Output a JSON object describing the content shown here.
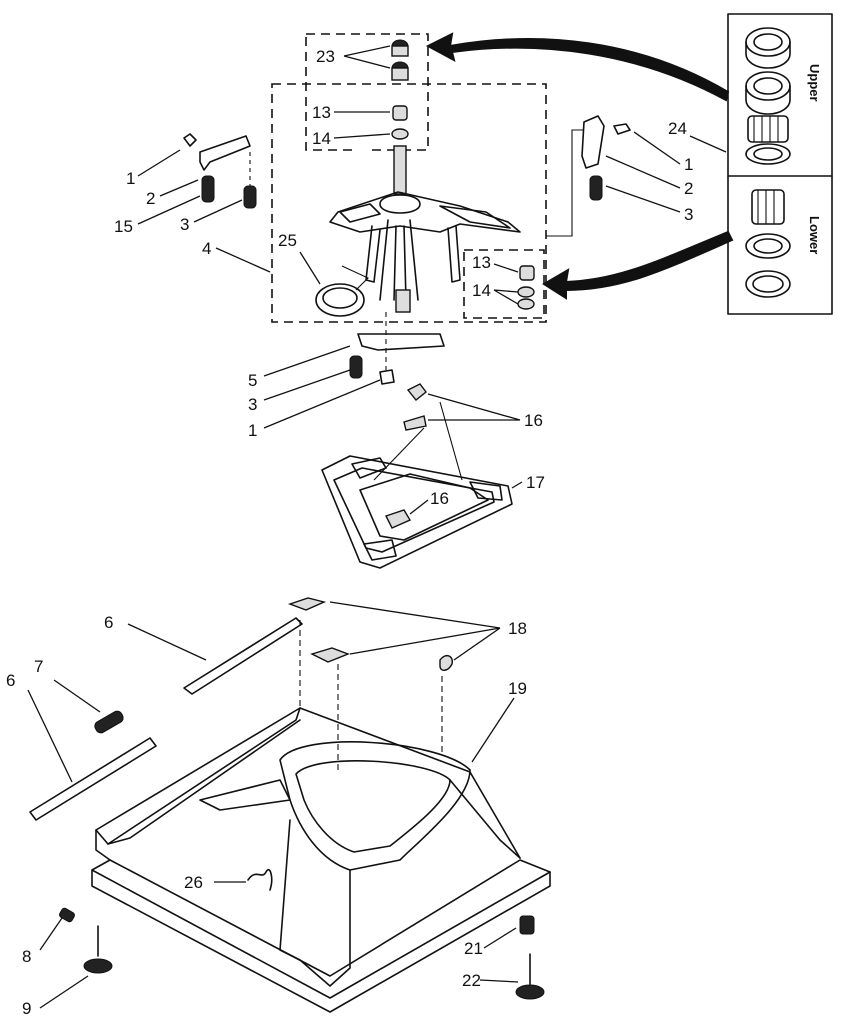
{
  "callouts": [
    {
      "id": "c23",
      "text": "23"
    },
    {
      "id": "c13a",
      "text": "13"
    },
    {
      "id": "c14a",
      "text": "14"
    },
    {
      "id": "c1a",
      "text": "1"
    },
    {
      "id": "c2a",
      "text": "2"
    },
    {
      "id": "c15",
      "text": "15"
    },
    {
      "id": "c3a",
      "text": "3"
    },
    {
      "id": "c4",
      "text": "4"
    },
    {
      "id": "c25",
      "text": "25"
    },
    {
      "id": "c13b",
      "text": "13"
    },
    {
      "id": "c14b",
      "text": "14"
    },
    {
      "id": "c24",
      "text": "24"
    },
    {
      "id": "c1b",
      "text": "1"
    },
    {
      "id": "c2b",
      "text": "2"
    },
    {
      "id": "c3b",
      "text": "3"
    },
    {
      "id": "c5",
      "text": "5"
    },
    {
      "id": "c3c",
      "text": "3"
    },
    {
      "id": "c1c",
      "text": "1"
    },
    {
      "id": "c16a",
      "text": "16"
    },
    {
      "id": "c16b",
      "text": "16"
    },
    {
      "id": "c17",
      "text": "17"
    },
    {
      "id": "c6a",
      "text": "6"
    },
    {
      "id": "c18",
      "text": "18"
    },
    {
      "id": "c6b",
      "text": "6"
    },
    {
      "id": "c7",
      "text": "7"
    },
    {
      "id": "c19",
      "text": "19"
    },
    {
      "id": "c26",
      "text": "26"
    },
    {
      "id": "c21",
      "text": "21"
    },
    {
      "id": "c8",
      "text": "8"
    },
    {
      "id": "c22",
      "text": "22"
    },
    {
      "id": "c9",
      "text": "9"
    }
  ],
  "side_labels": {
    "upper": "Upper",
    "lower": "Lower"
  }
}
